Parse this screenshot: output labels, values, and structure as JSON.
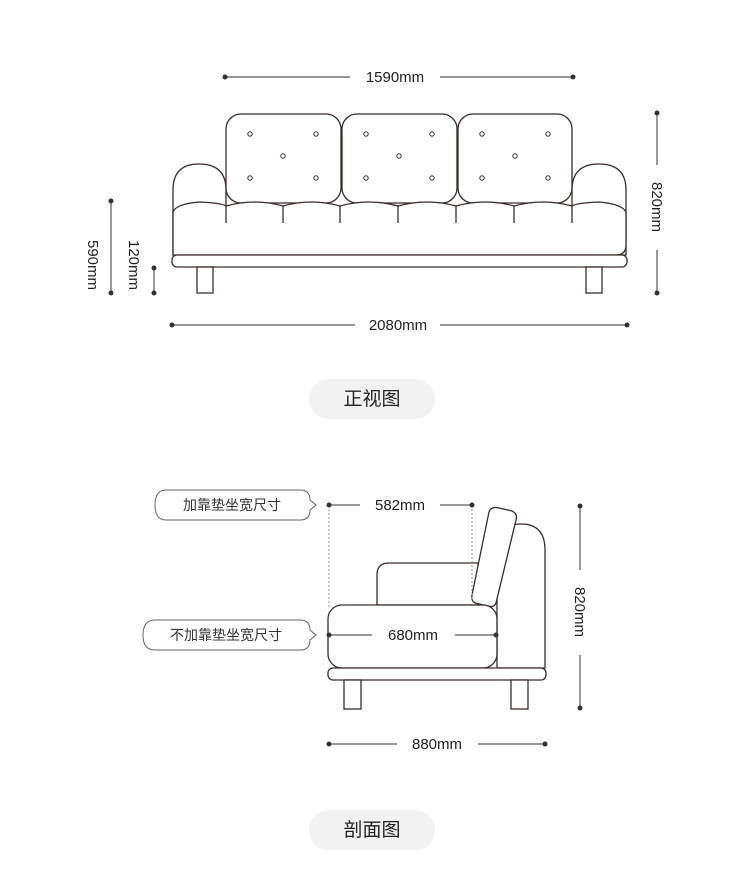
{
  "front_view": {
    "width_top": "1590mm",
    "height_total": "820mm",
    "height_seat": "590mm",
    "height_leg": "120mm",
    "width_total": "2080mm",
    "label": "正视图"
  },
  "section_view": {
    "with_cushion_label": "加靠垫坐宽尺寸",
    "with_cushion_width": "582mm",
    "without_cushion_label": "不加靠垫坐宽尺寸",
    "without_cushion_width": "680mm",
    "height_total": "820mm",
    "depth_total": "880mm",
    "label": "剖面图"
  }
}
